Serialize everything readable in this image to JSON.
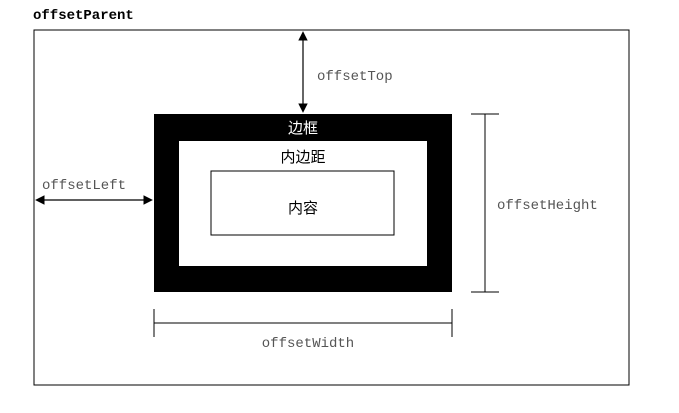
{
  "title": "offsetParent",
  "labels": {
    "offset_top": "offsetTop",
    "offset_left": "offsetLeft",
    "offset_height": "offsetHeight",
    "offset_width": "offsetWidth",
    "border": "边框",
    "padding": "内边距",
    "content": "内容"
  },
  "colors": {
    "line": "#000000",
    "border_fill": "#000000",
    "box_fill": "#ffffff",
    "label_gray": "#555555",
    "label_white": "#ffffff"
  }
}
